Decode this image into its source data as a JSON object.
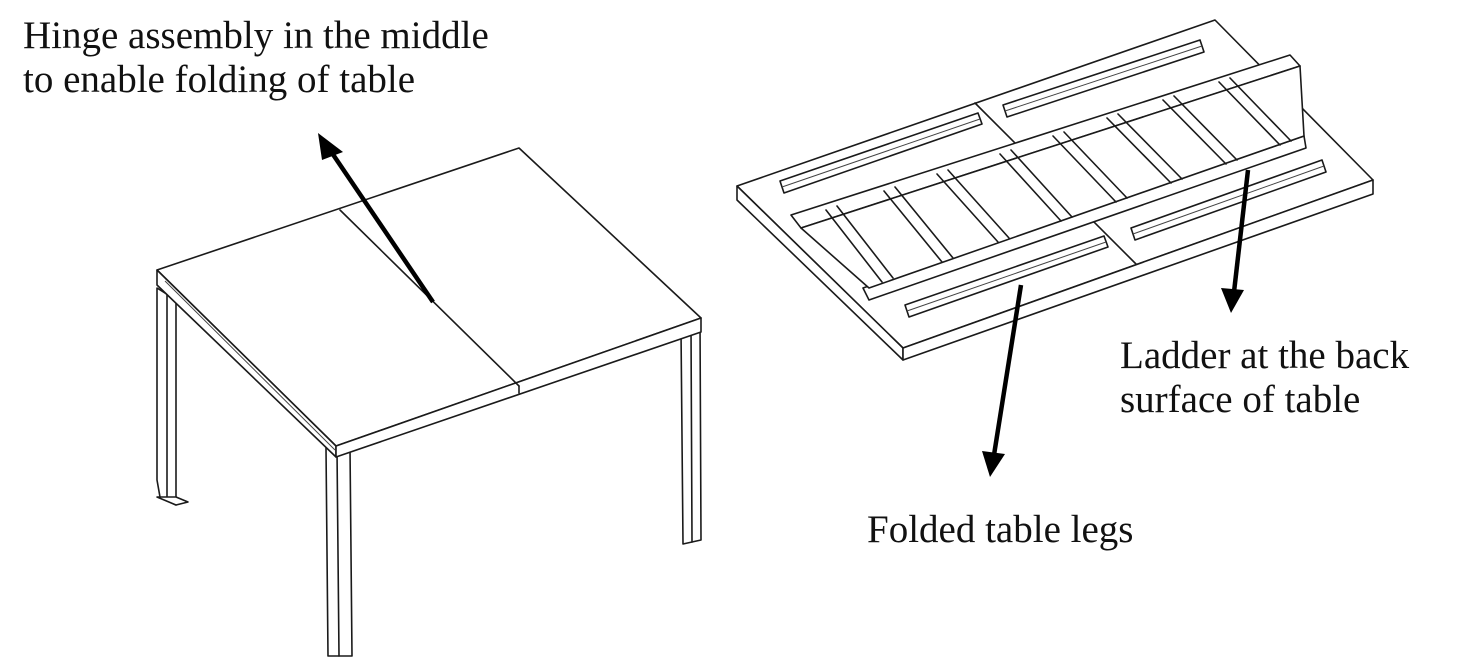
{
  "labels": {
    "hinge_line1": "Hinge assembly in the middle",
    "hinge_line2": "to enable folding of table",
    "ladder_line1": "Ladder at the back",
    "ladder_line2": "surface of table",
    "legs": "Folded table legs"
  }
}
